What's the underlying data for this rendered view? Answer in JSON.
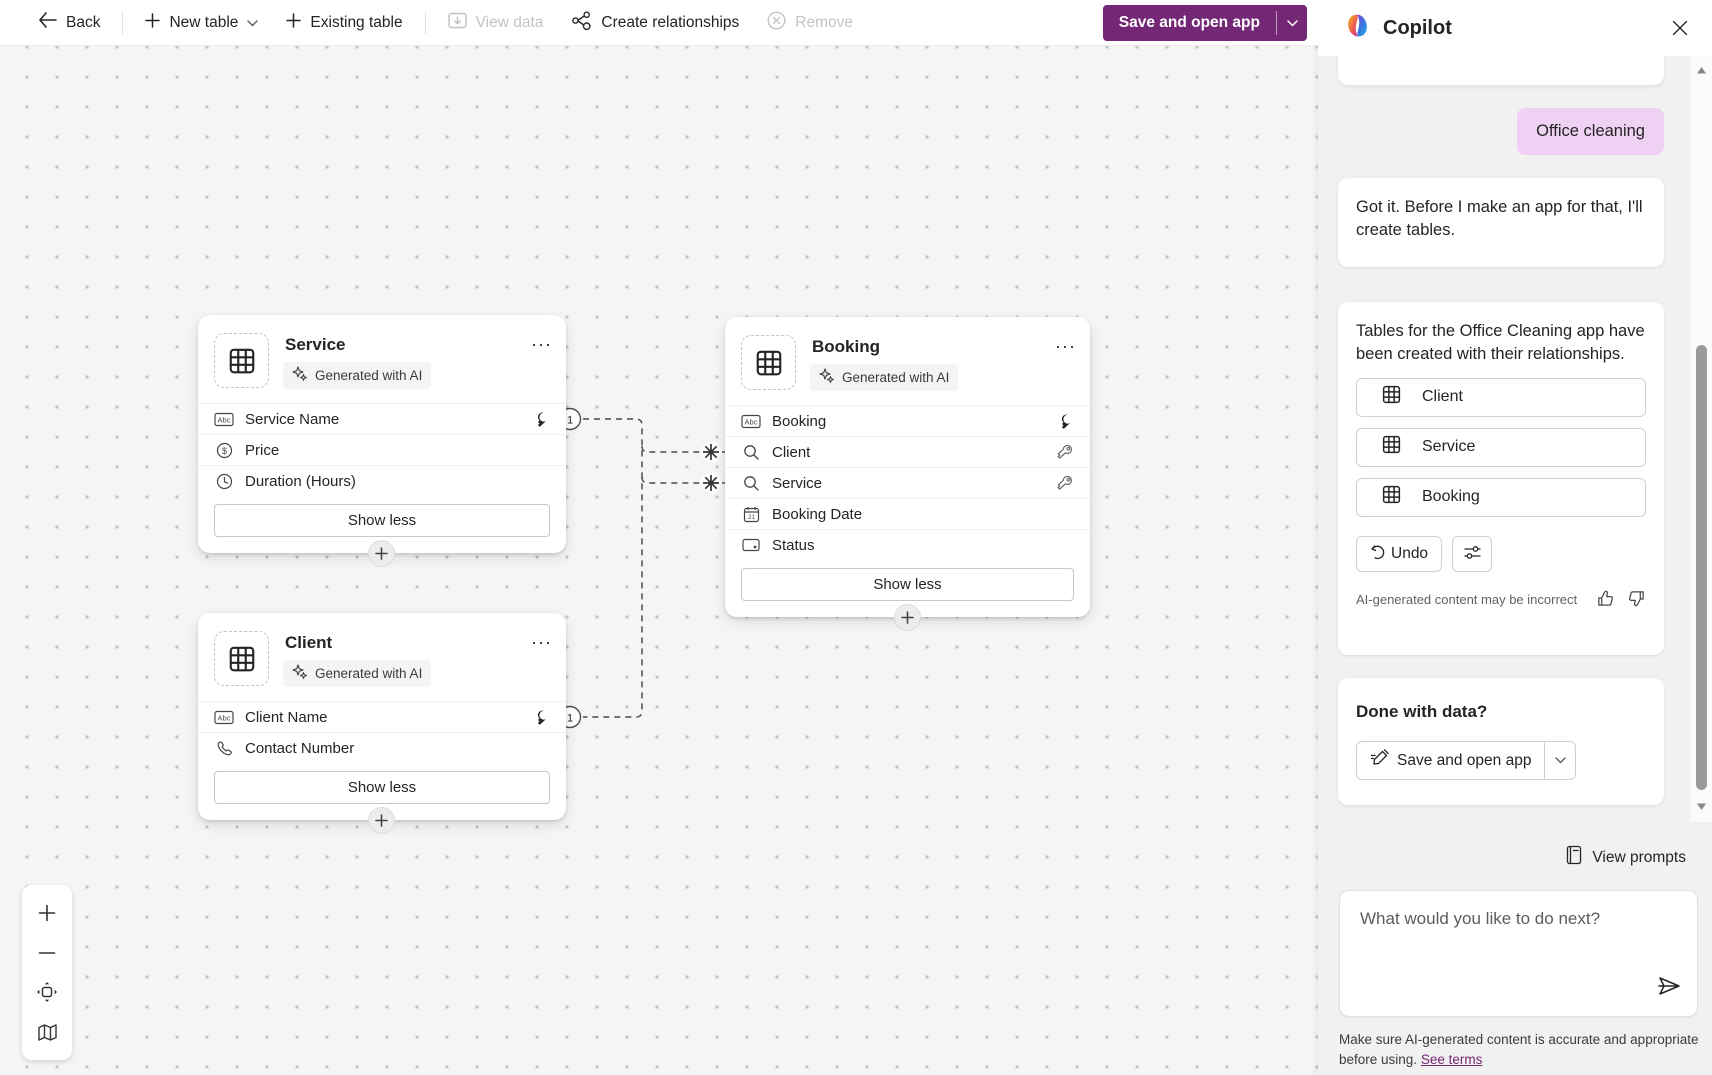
{
  "toolbar": {
    "back": "Back",
    "new_table": "New table",
    "existing_table": "Existing table",
    "view_data": "View data",
    "create_relationships": "Create relationships",
    "remove": "Remove",
    "save_open_app": "Save and open app"
  },
  "colors": {
    "accent": "#742774",
    "user_chip": "#efd2f3"
  },
  "canvas": {
    "more_label": "···",
    "connector_labels": {
      "one": "1"
    },
    "relationships": [
      {
        "from": "Service.Service Name",
        "to": "Booking.Service",
        "type": "one-to-many"
      },
      {
        "from": "Client.Client Name",
        "to": "Booking.Client",
        "type": "one-to-many"
      }
    ],
    "tables": [
      {
        "name": "Service",
        "badge": "Generated with AI",
        "show_less": "Show less",
        "fields": [
          {
            "name": "Service Name",
            "type": "text",
            "primary_key": true
          },
          {
            "name": "Price",
            "type": "currency"
          },
          {
            "name": "Duration (Hours)",
            "type": "number"
          }
        ]
      },
      {
        "name": "Booking",
        "badge": "Generated with AI",
        "show_less": "Show less",
        "fields": [
          {
            "name": "Booking",
            "type": "text",
            "primary_key": true
          },
          {
            "name": "Client",
            "type": "lookup"
          },
          {
            "name": "Service",
            "type": "lookup"
          },
          {
            "name": "Booking Date",
            "type": "date"
          },
          {
            "name": "Status",
            "type": "choice"
          }
        ]
      },
      {
        "name": "Client",
        "badge": "Generated with AI",
        "show_less": "Show less",
        "fields": [
          {
            "name": "Client Name",
            "type": "text",
            "primary_key": true
          },
          {
            "name": "Contact Number",
            "type": "phone"
          }
        ]
      }
    ]
  },
  "copilot": {
    "title": "Copilot",
    "user_prompt": "Office cleaning",
    "message_1": "Got it. Before I make an app for that, I'll create tables.",
    "message_2": "Tables for the Office Cleaning app have been created with their relationships.",
    "created_tables": [
      "Client",
      "Service",
      "Booking"
    ],
    "undo": "Undo",
    "disclaimer": "AI-generated content may be incorrect",
    "done_title": "Done with data?",
    "done_button": "Save and open app",
    "view_prompts": "View prompts",
    "input_placeholder": "What would you like to do next?",
    "footer_text": "Make sure AI-generated content is accurate and appropriate before using.",
    "footer_link": "See terms"
  }
}
